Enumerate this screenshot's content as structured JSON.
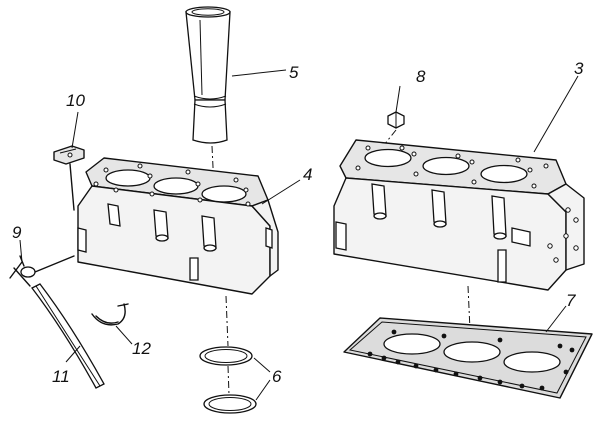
{
  "callouts": {
    "c3": "3",
    "c4": "4",
    "c5": "5",
    "c6": "6",
    "c7": "7",
    "c8": "8",
    "c9": "9",
    "c10": "10",
    "c11": "11",
    "c12": "12"
  },
  "colors": {
    "line": "#111111",
    "background": "#ffffff"
  }
}
